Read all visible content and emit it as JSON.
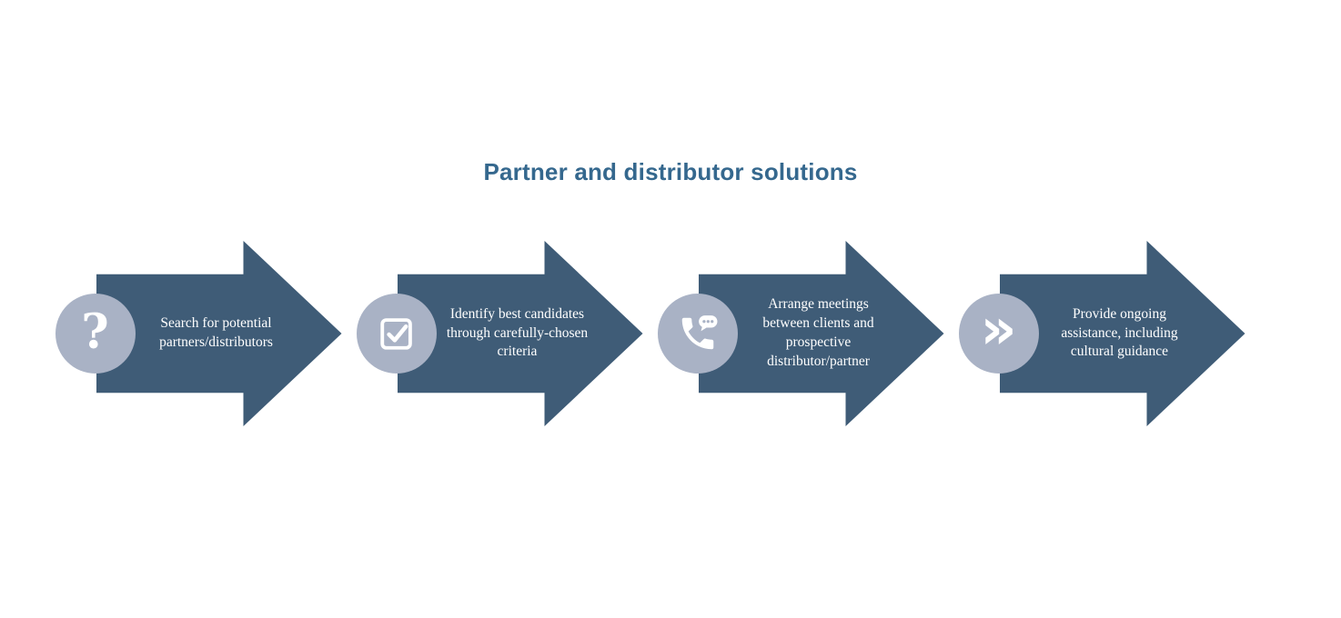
{
  "title": "Partner and distributor solutions",
  "steps": [
    {
      "icon": "question-mark-icon",
      "glyph": "?",
      "text": "Search for potential partners/distributors"
    },
    {
      "icon": "checkbox-check-icon",
      "text": "Identify best candidates through carefully-chosen criteria"
    },
    {
      "icon": "phone-chat-icon",
      "text": "Arrange meetings between clients and prospective distributor/partner"
    },
    {
      "icon": "double-chevron-icon",
      "glyph": "»",
      "text": "Provide ongoing assistance, including cultural guidance"
    }
  ],
  "colors": {
    "title": "#35688E",
    "arrow": "#3F5C77",
    "circle": "#A9B2C5",
    "step-text": "#FFFFFF"
  }
}
